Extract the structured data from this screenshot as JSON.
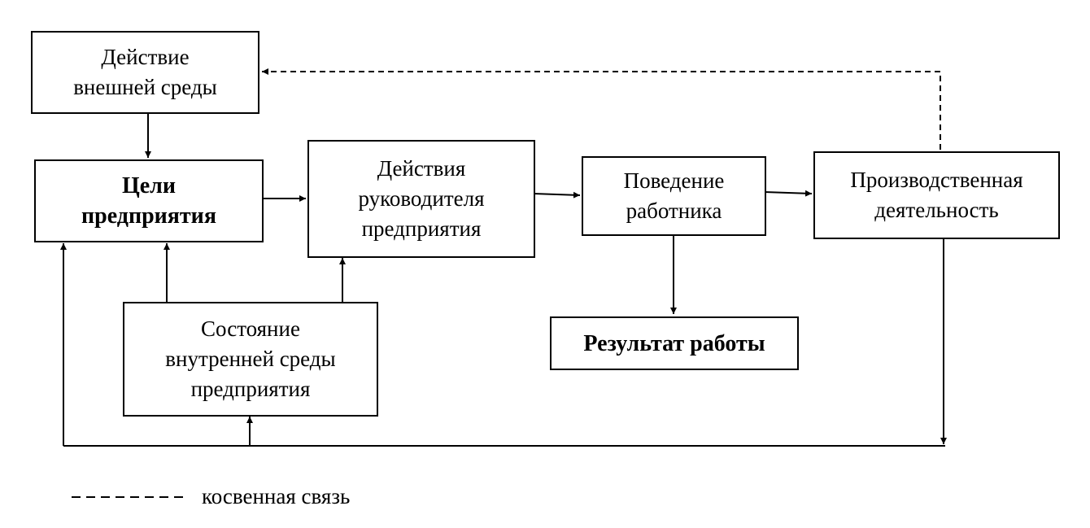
{
  "boxes": {
    "external_env": {
      "lines": [
        "Действие",
        "внешней среды"
      ]
    },
    "goals": {
      "lines": [
        "Цели",
        "предприятия"
      ]
    },
    "manager_actions": {
      "lines": [
        "Действия",
        "руководителя",
        "предприятия"
      ]
    },
    "worker_behavior": {
      "lines": [
        "Поведение",
        "работника"
      ]
    },
    "production": {
      "lines": [
        "Производственная",
        "деятельность"
      ]
    },
    "internal_env": {
      "lines": [
        "Состояние",
        "внутренней среды",
        "предприятия"
      ]
    },
    "result": {
      "lines": [
        "Результат работы"
      ]
    }
  },
  "legend": {
    "label": "косвенная связь",
    "line_style": "dashed"
  },
  "connections": [
    {
      "from": "Действие внешней среды",
      "to": "Цели предприятия",
      "style": "solid"
    },
    {
      "from": "Цели предприятия",
      "to": "Действия руководителя предприятия",
      "style": "solid"
    },
    {
      "from": "Действия руководителя предприятия",
      "to": "Поведение работника",
      "style": "solid"
    },
    {
      "from": "Поведение работника",
      "to": "Производственная деятельность",
      "style": "solid"
    },
    {
      "from": "Поведение работника",
      "to": "Результат работы",
      "style": "solid"
    },
    {
      "from": "Производственная деятельность",
      "to": "Действие внешней среды",
      "style": "dashed"
    },
    {
      "from": "Состояние внутренней среды предприятия",
      "to": "Цели предприятия",
      "style": "solid"
    },
    {
      "from": "Состояние внутренней среды предприятия",
      "to": "Действия руководителя предприятия",
      "style": "solid"
    },
    {
      "from": "Производственная деятельность",
      "to": "Цели предприятия",
      "style": "solid"
    },
    {
      "from": "Производственная деятельность",
      "to": "Состояние внутренней среды предприятия",
      "style": "solid"
    }
  ]
}
